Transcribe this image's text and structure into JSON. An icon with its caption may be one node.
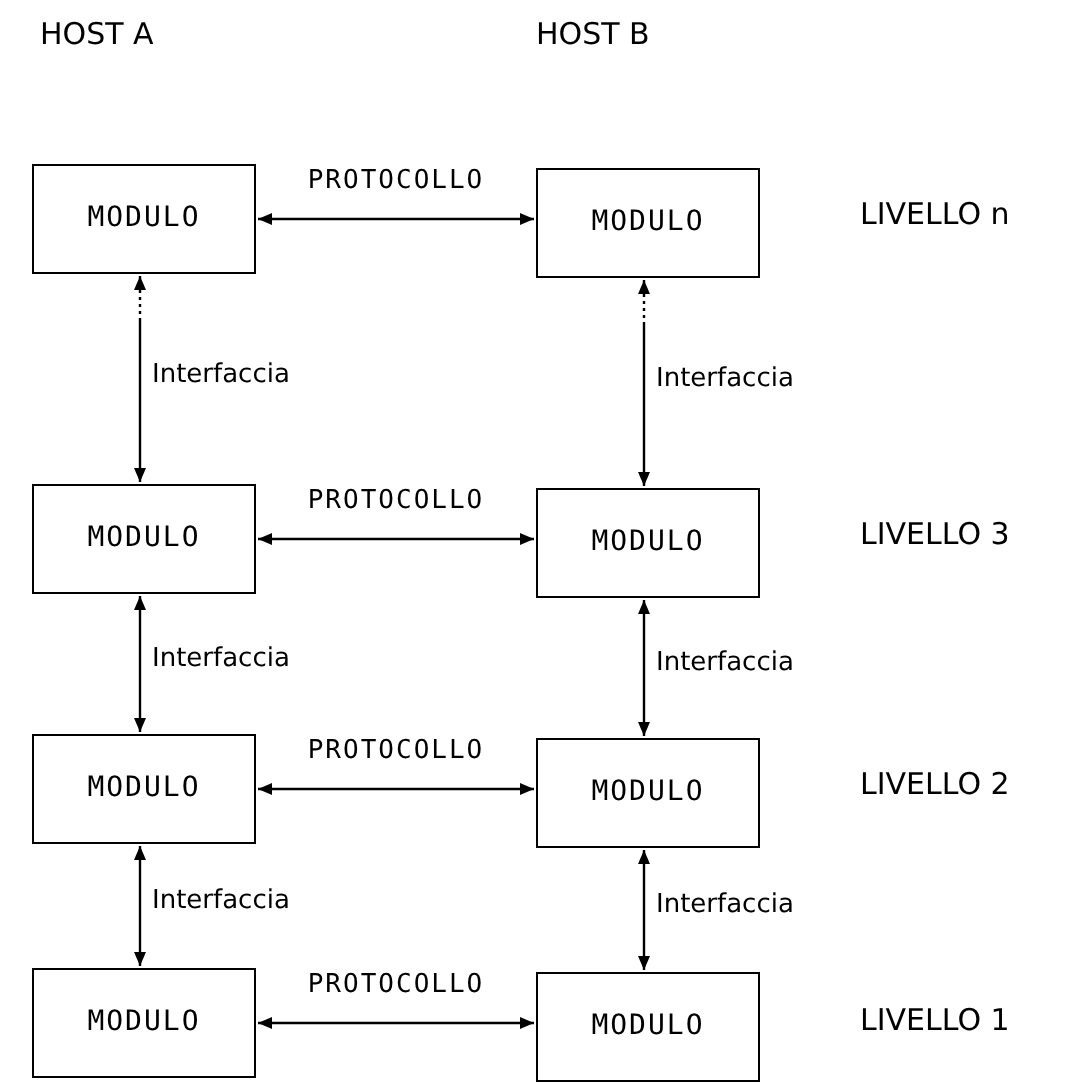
{
  "diagram": {
    "nodes": [
      {
        "text": [
          "MODULO"
        ]
      },
      {
        "text": [
          "MODULO"
        ]
      },
      {
        "text": [
          "MODULO"
        ]
      },
      {
        "text": [
          "MODULO"
        ]
      },
      {
        "text": [
          "MODULO"
        ]
      },
      {
        "text": [
          "MODULO"
        ]
      },
      {
        "text": [
          "MODULO"
        ]
      },
      {
        "text": [
          "MODULO"
        ]
      }
    ],
    "edges": [
      {
        "from": 0,
        "to": 1,
        "arrow": "both",
        "label": "PROTOCOLLO"
      },
      {
        "from": 0,
        "to": 2,
        "arrow": "both",
        "label": "Interfaccia",
        "style": "dashed"
      },
      {
        "from": 1,
        "to": 3,
        "arrow": "both",
        "label": "Interfaccia",
        "style": "dashed"
      },
      {
        "from": 2,
        "to": 3,
        "arrow": "both",
        "label": "PROTOCOLLO"
      },
      {
        "from": 2,
        "to": 4,
        "arrow": "both",
        "label": "Interfaccia"
      },
      {
        "from": 3,
        "to": 5,
        "arrow": "both",
        "label": "Interfaccia"
      },
      {
        "from": 4,
        "to": 5,
        "arrow": "both",
        "label": "PROTOCOLLO"
      },
      {
        "from": 4,
        "to": 6,
        "arrow": "both",
        "label": "Interfaccia"
      },
      {
        "from": 5,
        "to": 7,
        "arrow": "both",
        "label": "Interfaccia"
      },
      {
        "from": 6,
        "to": 7,
        "arrow": "both",
        "label": "PROTOCOLLO"
      }
    ],
    "labels": [
      "HOST A",
      "HOST B",
      "LIVELLO n",
      "LIVELLO 3",
      "LIVELLO 2",
      "LIVELLO 1"
    ]
  }
}
